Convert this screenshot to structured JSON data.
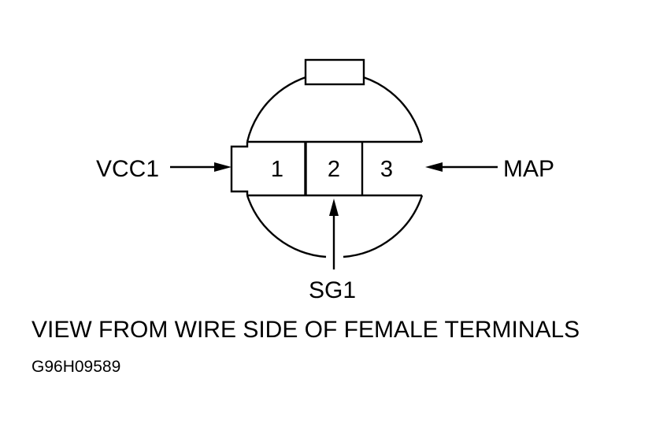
{
  "connector": {
    "pins": [
      {
        "number": "1"
      },
      {
        "number": "2"
      },
      {
        "number": "3"
      }
    ]
  },
  "wires": {
    "left": "VCC1",
    "right": "MAP",
    "bottom": "SG1"
  },
  "caption": "VIEW FROM WIRE SIDE OF FEMALE TERMINALS",
  "figure_id": "G96H09589",
  "colors": {
    "line": "#000000",
    "background": "#ffffff"
  }
}
